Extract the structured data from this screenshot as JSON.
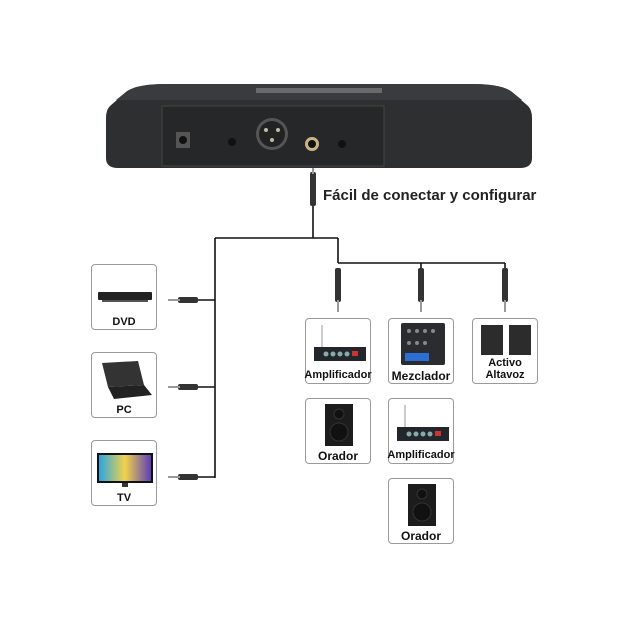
{
  "caption": "Fácil de conectar y configurar",
  "sources": [
    {
      "label": "DVD",
      "icon": "dvd-player-icon"
    },
    {
      "label": "PC",
      "icon": "laptop-icon"
    },
    {
      "label": "TV",
      "icon": "tv-icon"
    }
  ],
  "outputs": [
    {
      "label": "Amplificador",
      "icon": "amplifier-icon"
    },
    {
      "label": "Mezclador",
      "icon": "mixer-icon"
    },
    {
      "label_line1": "Activo",
      "label_line2": "Altavoz",
      "icon": "active-speakers-icon"
    },
    {
      "label": "Orador",
      "icon": "speaker-icon"
    },
    {
      "label": "Amplificador",
      "icon": "amplifier-icon"
    },
    {
      "label": "Orador",
      "icon": "speaker-icon"
    }
  ],
  "colors": {
    "device": "#2e2f31",
    "line": "#111111",
    "border": "#9a9a9a"
  }
}
